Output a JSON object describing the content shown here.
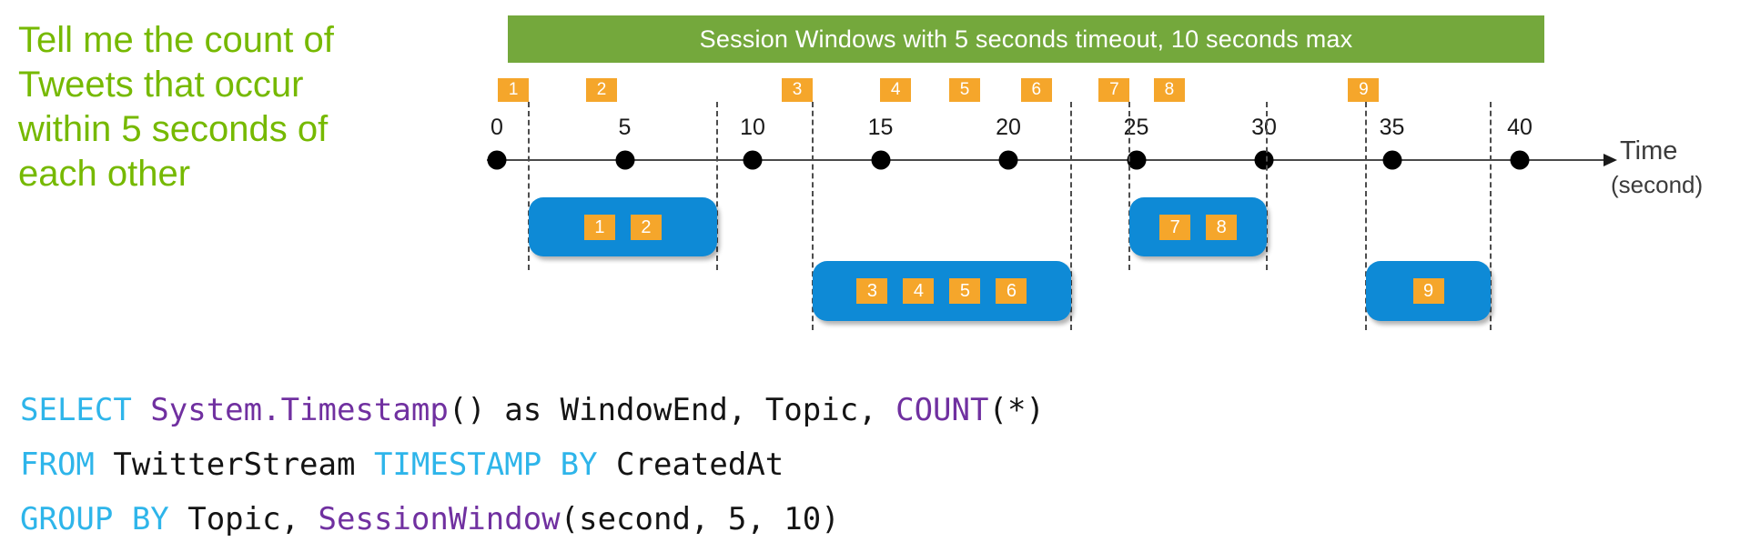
{
  "prompt": {
    "lines": [
      "Tell me the count of",
      "Tweets that occur",
      "within 5 seconds of",
      "each other"
    ]
  },
  "banner": {
    "label": "Session Windows with 5 seconds timeout, 10 seconds max"
  },
  "timeline": {
    "axis_label": "Time",
    "axis_sublabel": "(second)",
    "ticks": [
      0,
      5,
      10,
      15,
      20,
      25,
      30,
      35,
      40
    ],
    "events": [
      {
        "id": "1",
        "t": 1.25
      },
      {
        "id": "2",
        "t": 4.7
      },
      {
        "id": "3",
        "t": 12.35
      },
      {
        "id": "4",
        "t": 16.2
      },
      {
        "id": "5",
        "t": 18.9
      },
      {
        "id": "6",
        "t": 21.7
      },
      {
        "id": "7",
        "t": 24.75
      },
      {
        "id": "8",
        "t": 26.9
      },
      {
        "id": "9",
        "t": 34.5
      }
    ],
    "windows": [
      {
        "events": [
          "1",
          "2"
        ],
        "start": 1.25,
        "end": 8.6,
        "row": 0
      },
      {
        "events": [
          "3",
          "4",
          "5",
          "6"
        ],
        "start": 12.35,
        "end": 22.45,
        "row": 1
      },
      {
        "events": [
          "7",
          "8"
        ],
        "start": 24.75,
        "end": 30.1,
        "row": 0
      },
      {
        "events": [
          "9"
        ],
        "start": 34.0,
        "end": 38.85,
        "row": 1
      }
    ]
  },
  "code": {
    "lines": [
      [
        {
          "c": "kw",
          "t": "SELECT"
        },
        {
          "c": "fn",
          "t": " System.Timestamp"
        },
        {
          "c": "pl",
          "t": "() as WindowEnd, Topic, "
        },
        {
          "c": "fn",
          "t": "COUNT"
        },
        {
          "c": "pl",
          "t": "(*)"
        }
      ],
      [
        {
          "c": "kw",
          "t": "FROM"
        },
        {
          "c": "pl",
          "t": " TwitterStream "
        },
        {
          "c": "kw",
          "t": "TIMESTAMP BY"
        },
        {
          "c": "pl",
          "t": " CreatedAt"
        }
      ],
      [
        {
          "c": "kw",
          "t": "GROUP BY"
        },
        {
          "c": "pl",
          "t": " Topic, "
        },
        {
          "c": "fn",
          "t": "SessionWindow"
        },
        {
          "c": "pl",
          "t": "(second, 5, 10)"
        }
      ]
    ]
  },
  "colors": {
    "green_text": "#76B900",
    "banner_bg": "#74A83C",
    "event_orange": "#F5A62B",
    "window_blue": "#0E8AD6",
    "code_keyword": "#2EB5EA",
    "code_function": "#7030A0"
  }
}
